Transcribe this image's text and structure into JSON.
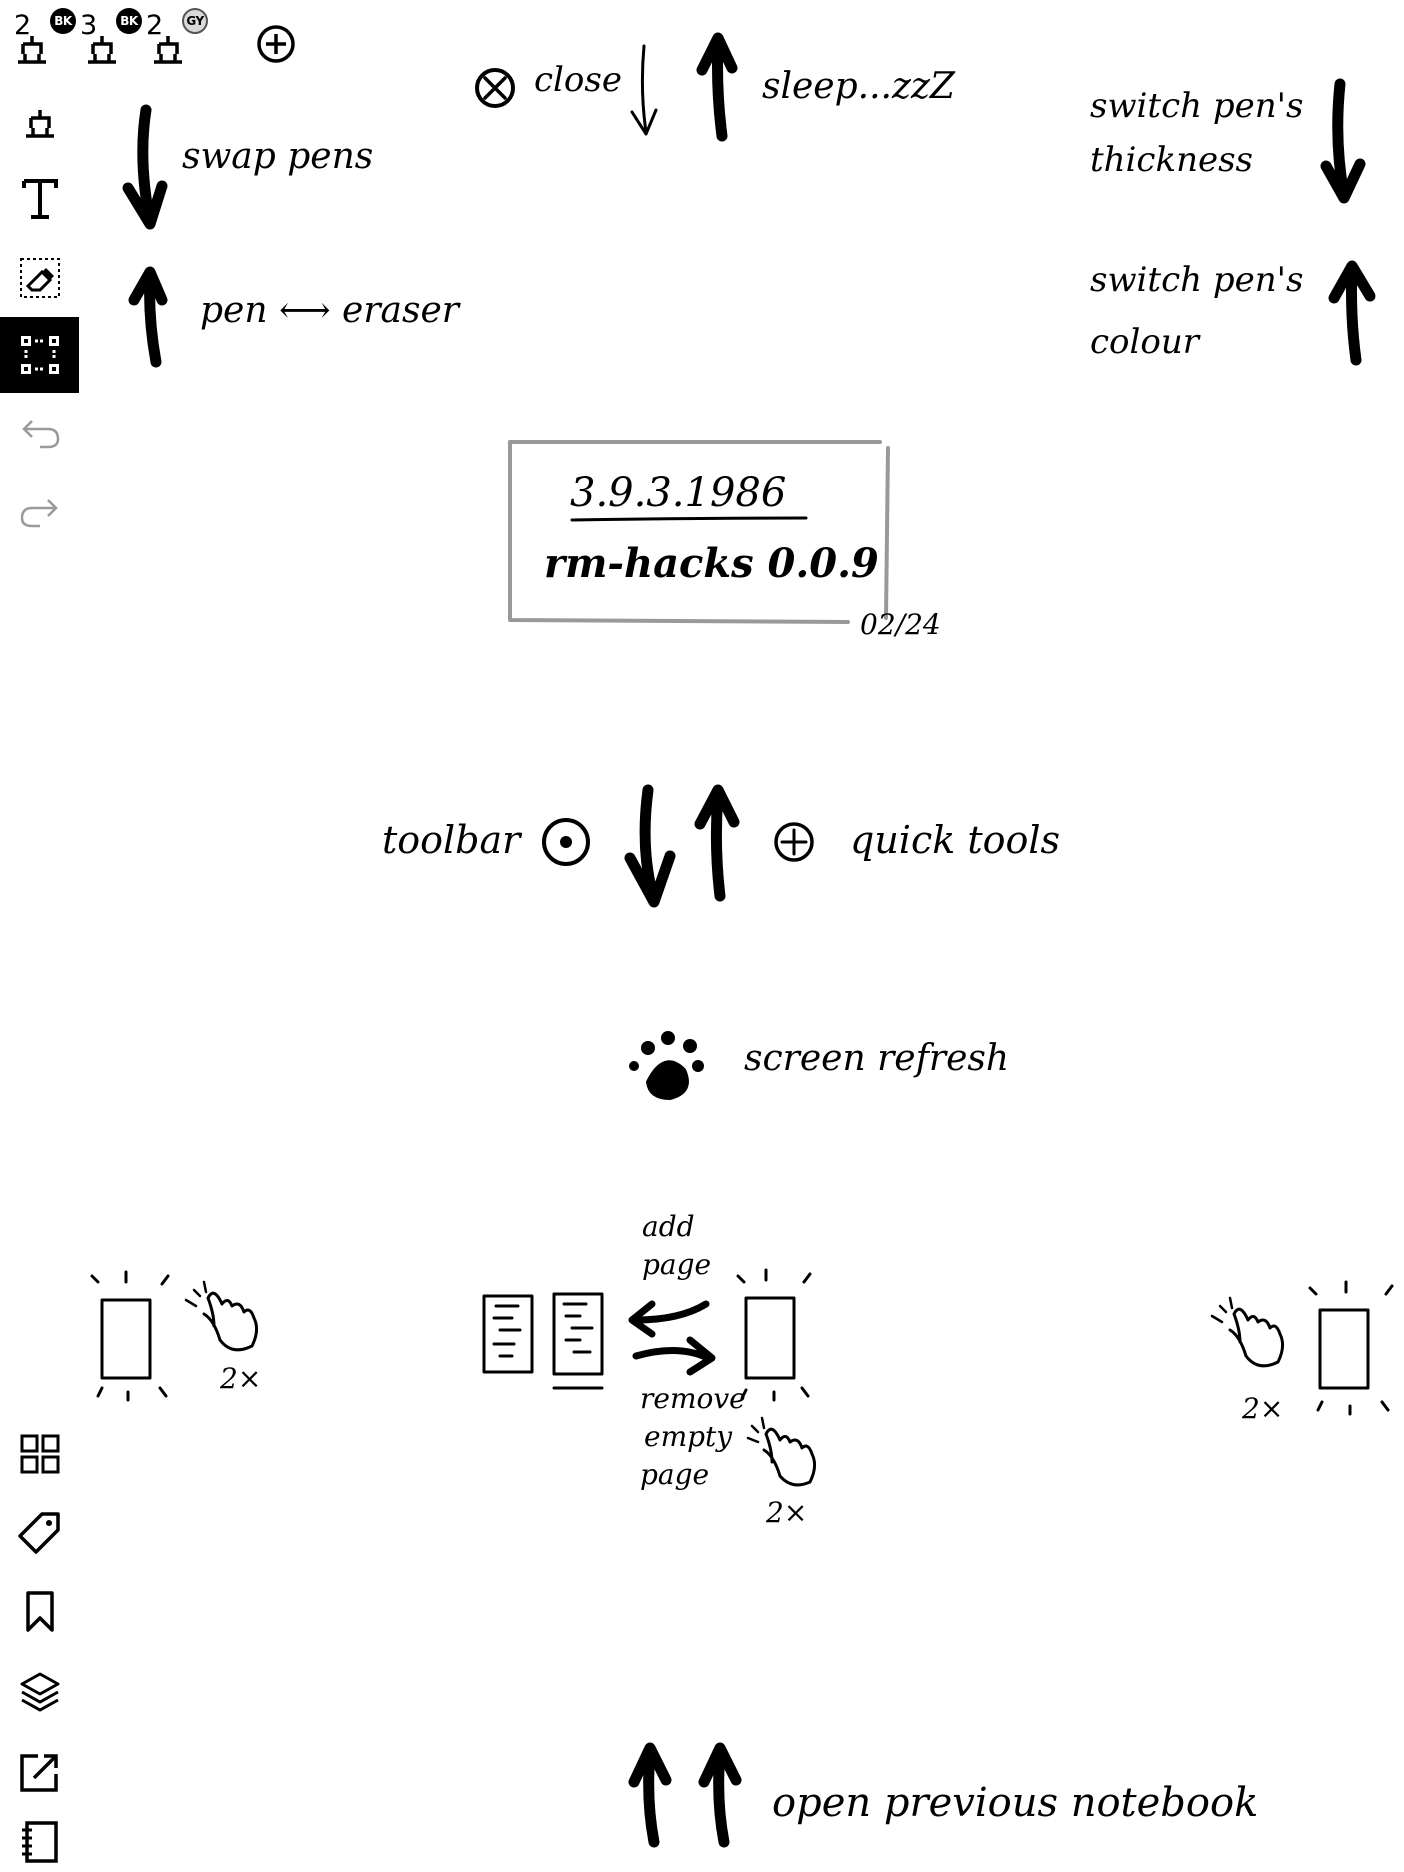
{
  "toolbar": {
    "pens": [
      {
        "count": "2",
        "color_code": "BK"
      },
      {
        "count": "3",
        "color_code": "BK"
      },
      {
        "count": "2",
        "color_code": "GY"
      }
    ],
    "tools": [
      "add-pen-icon",
      "pen-icon",
      "text-tool-icon",
      "eraser-icon",
      "selection-icon",
      "undo-icon",
      "redo-icon"
    ],
    "active_tool": "selection-icon",
    "bottom_tools": [
      "page-overview-icon",
      "tag-icon",
      "bookmark-icon",
      "layers-icon",
      "export-icon",
      "notebook-icon"
    ]
  },
  "notes": {
    "close": "close",
    "sleep": "sleep...zzZ",
    "swap_pens": "swap pens",
    "pen_eraser": "pen ⟷ eraser",
    "switch_thickness_1": "switch pen's",
    "switch_thickness_2": "thickness",
    "switch_colour_1": "switch pen's",
    "switch_colour_2": "colour",
    "date": "3.9.3.1986",
    "version": "rm-hacks 0.0.9",
    "version_date": "02/24",
    "toolbar": "toolbar",
    "quick_tools": "quick tools",
    "screen_refresh": "screen refresh",
    "add_page_1": "add",
    "add_page_2": "page",
    "remove_page_1": "remove",
    "remove_page_2": "empty",
    "remove_page_3": "page",
    "tap_2x_left": "2×",
    "tap_2x_center": "2×",
    "tap_2x_right": "2×",
    "open_previous": "open previous notebook"
  },
  "colors": {
    "ink": "#000000",
    "frame": "#999999",
    "undo_disabled": "#9a9a9a"
  }
}
